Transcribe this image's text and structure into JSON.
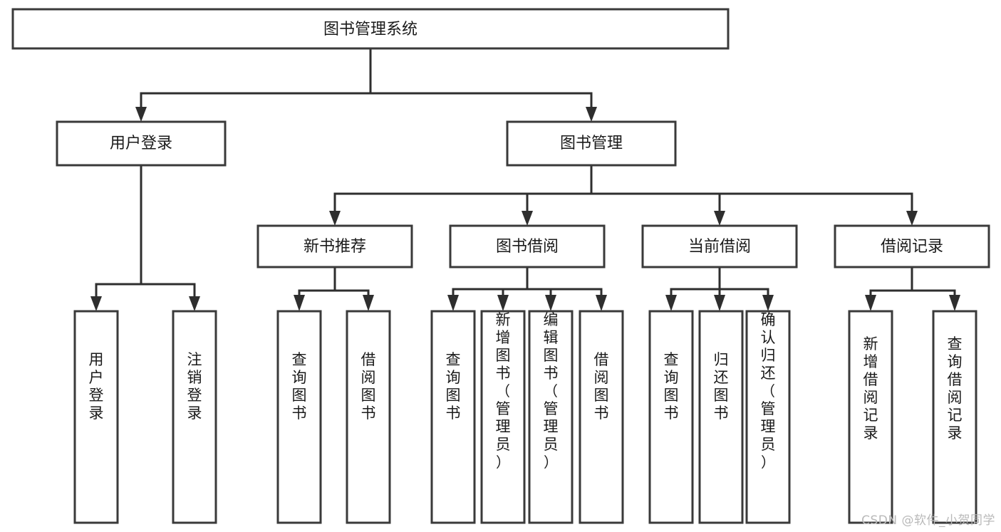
{
  "diagram": {
    "title": "图书管理系统",
    "watermark": "CSDN @软件_小贺同学",
    "type": "tree-hierarchy",
    "colors": {
      "box_fill": "#ffffff",
      "box_stroke": "#3a3a3a",
      "connector": "#2e2e2e",
      "text": "#1a1a1a",
      "watermark": "#b9b9b9"
    },
    "root": {
      "label": "图书管理系统"
    },
    "level2": [
      {
        "label": "用户登录"
      },
      {
        "label": "图书管理"
      }
    ],
    "level3": [
      {
        "label": "新书推荐"
      },
      {
        "label": "图书借阅"
      },
      {
        "label": "当前借阅"
      },
      {
        "label": "借阅记录"
      }
    ],
    "leaves": {
      "user_login": [
        {
          "label": "用户登录"
        },
        {
          "label": "注销登录"
        }
      ],
      "new_book_recommend": [
        {
          "label": "查询图书"
        },
        {
          "label": "借阅图书"
        }
      ],
      "book_borrow": [
        {
          "label": "查询图书"
        },
        {
          "label": "新增图书（管理员）"
        },
        {
          "label": "编辑图书（管理员）"
        },
        {
          "label": "借阅图书"
        }
      ],
      "current_borrow": [
        {
          "label": "查询图书"
        },
        {
          "label": "归还图书"
        },
        {
          "label": "确认归还（管理员）"
        }
      ],
      "borrow_record": [
        {
          "label": "新增借阅记录"
        },
        {
          "label": "查询借阅记录"
        }
      ]
    }
  }
}
